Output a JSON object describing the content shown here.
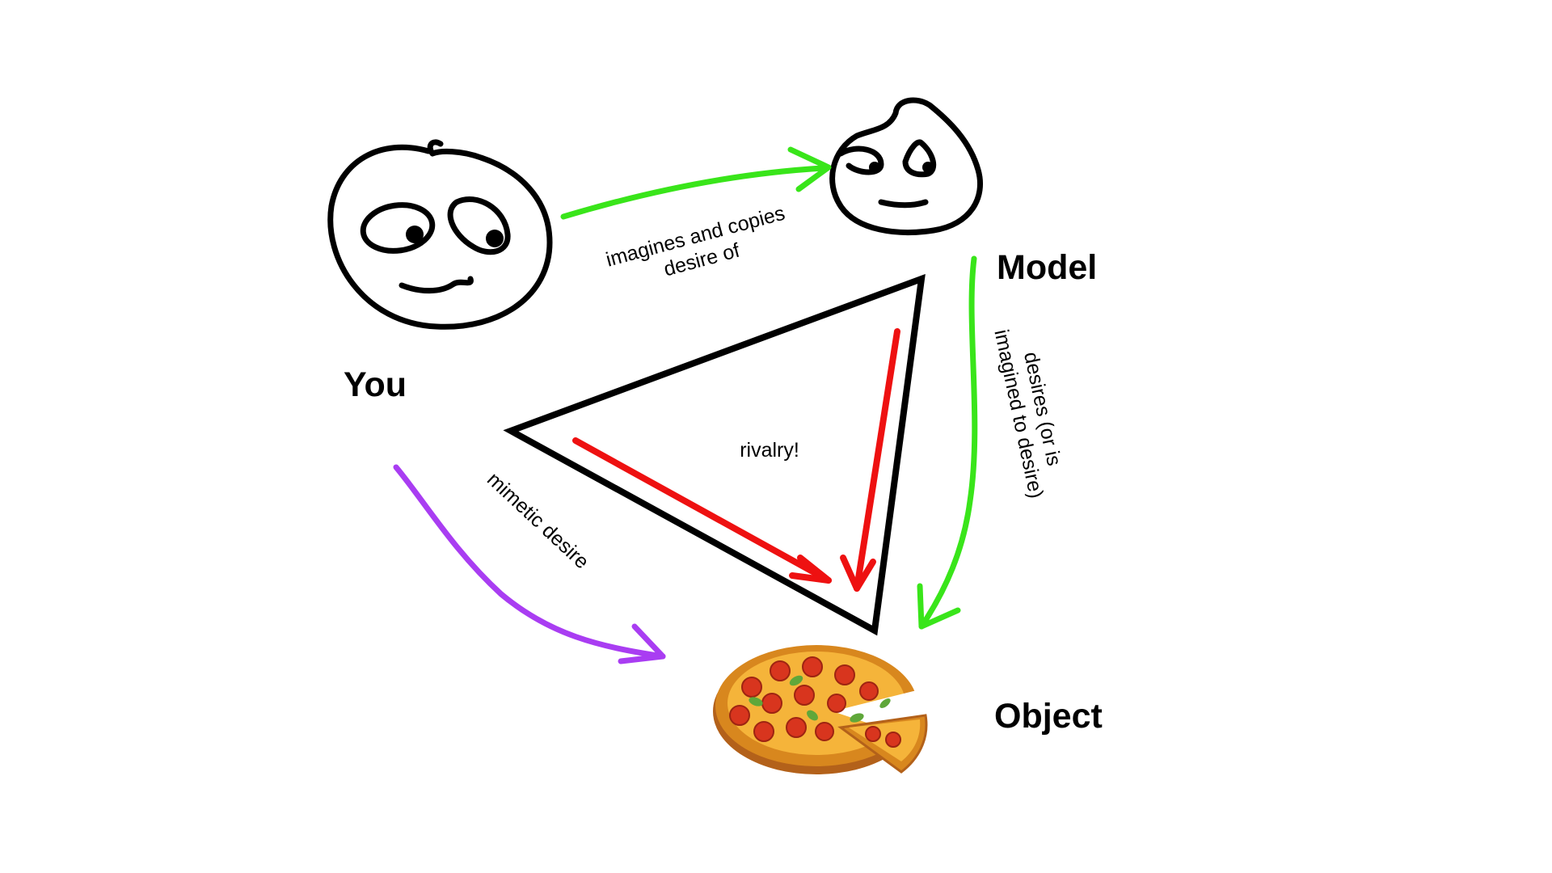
{
  "nodes": {
    "you": {
      "label": "You",
      "icon": "worried-face-icon"
    },
    "model": {
      "label": "Model",
      "icon": "calm-face-icon"
    },
    "object": {
      "label": "Object",
      "icon": "pizza-icon"
    }
  },
  "edges": {
    "imagines": {
      "line1": "imagines and copies",
      "line2": "desire of",
      "color": "#39e51a"
    },
    "desires": {
      "line1": "desires (or is",
      "line2": "imagined to desire)",
      "color": "#39e51a"
    },
    "mimetic": {
      "text": "mimetic desire",
      "color": "#a93df2"
    },
    "rivalry": {
      "text": "rivalry!",
      "color": "#ee1111"
    }
  },
  "colors": {
    "stroke": "#000000",
    "pizza_crust": "#d8871e",
    "pizza_cheese": "#f5b43a",
    "pepperoni": "#d8351e",
    "basil": "#5fa73a"
  }
}
